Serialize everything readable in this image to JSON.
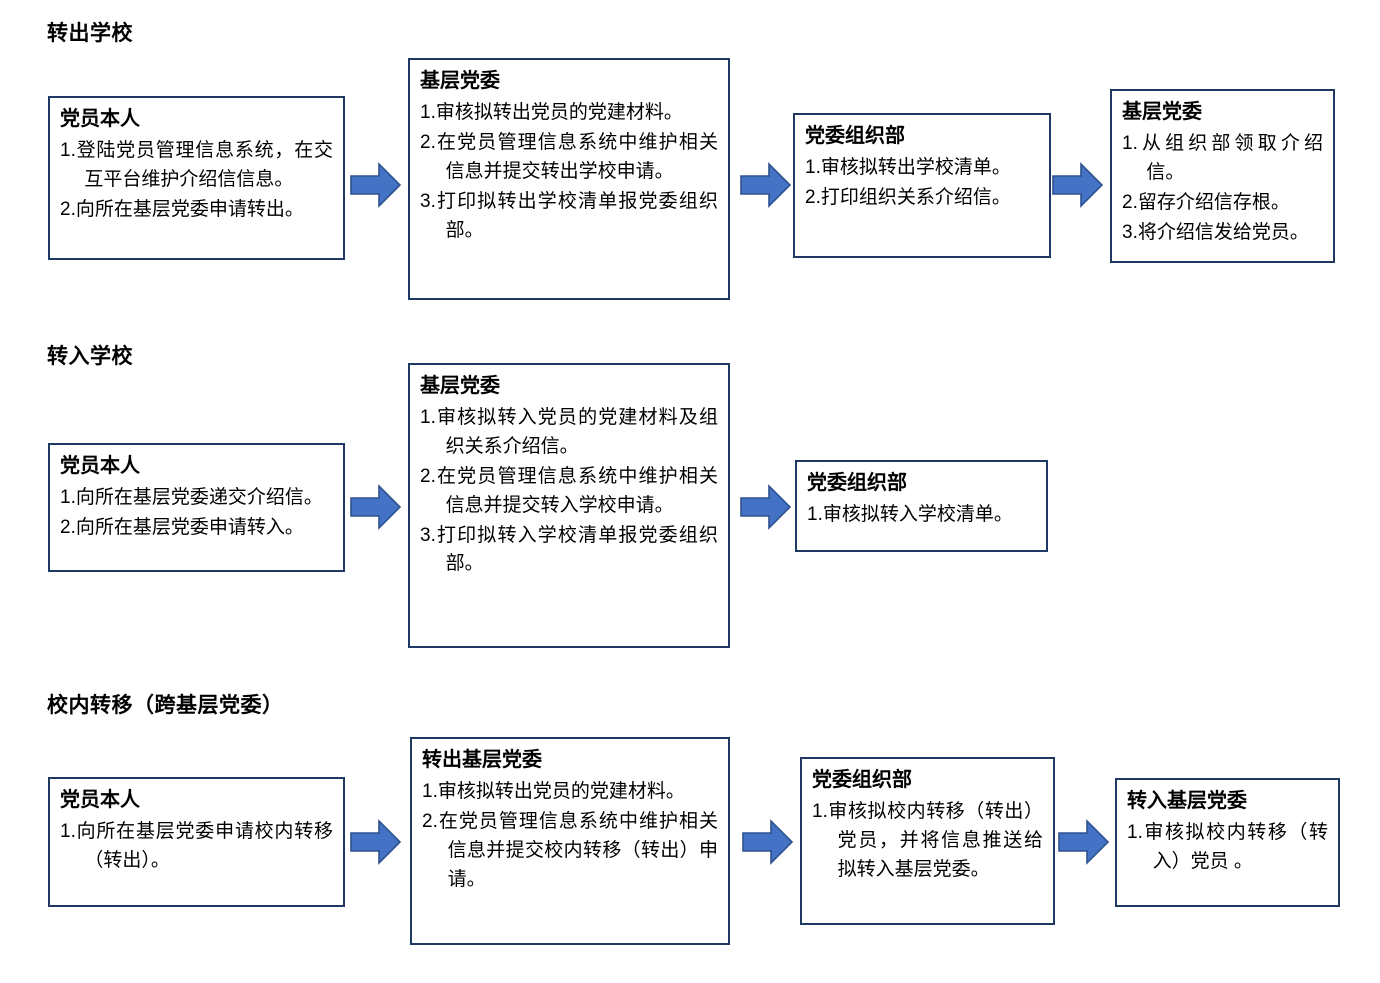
{
  "meta": {
    "accent_blue": "#4472C4",
    "arrow_stroke": "#2E528F",
    "box_border": "#1F3864",
    "text_color": "#000000",
    "background": "#FFFFFF"
  },
  "sections": [
    {
      "id": "transfer-out",
      "title": "转出学校",
      "boxes": [
        {
          "id": "out-member",
          "title": "党员本人",
          "items": [
            "1.登陆党员管理信息系统，在交互平台维护介绍信信息。",
            "2.向所在基层党委申请转出。"
          ]
        },
        {
          "id": "out-grassroots-party-committee",
          "title": "基层党委",
          "items": [
            "1.审核拟转出党员的党建材料。",
            "2.在党员管理信息系统中维护相关信息并提交转出学校申请。",
            "3.打印拟转出学校清单报党委组织部。"
          ]
        },
        {
          "id": "out-organization-department",
          "title": "党委组织部",
          "items": [
            "1.审核拟转出学校清单。",
            "2.打印组织关系介绍信。"
          ]
        },
        {
          "id": "out-grassroots-party-committee-2",
          "title": "基层党委",
          "items": [
            "1.从组织部领取介绍信。",
            "2.留存介绍信存根。",
            "3.将介绍信发给党员。"
          ]
        }
      ]
    },
    {
      "id": "transfer-in",
      "title": "转入学校",
      "boxes": [
        {
          "id": "in-member",
          "title": "党员本人",
          "items": [
            "1.向所在基层党委递交介绍信。",
            "2.向所在基层党委申请转入。"
          ]
        },
        {
          "id": "in-grassroots-party-committee",
          "title": "基层党委",
          "items": [
            "1.审核拟转入党员的党建材料及组织关系介绍信。",
            "2.在党员管理信息系统中维护相关信息并提交转入学校申请。",
            "3.打印拟转入学校清单报党委组织部。"
          ]
        },
        {
          "id": "in-organization-department",
          "title": "党委组织部",
          "items": [
            "1.审核拟转入学校清单。"
          ]
        }
      ]
    },
    {
      "id": "internal-transfer",
      "title": "校内转移（跨基层党委）",
      "boxes": [
        {
          "id": "internal-member",
          "title": "党员本人",
          "items": [
            "1.向所在基层党委申请校内转移（转出）。"
          ]
        },
        {
          "id": "internal-out-committee",
          "title": "转出基层党委",
          "items": [
            "1.审核拟转出党员的党建材料。",
            "2.在党员管理信息系统中维护相关信息并提交校内转移（转出）申请。"
          ]
        },
        {
          "id": "internal-organization-department",
          "title": "党委组织部",
          "items": [
            "1.审核拟校内转移（转出）党员，并将信息推送给拟转入基层党委。"
          ]
        },
        {
          "id": "internal-in-committee",
          "title": "转入基层党委",
          "items": [
            "1.审核拟校内转移（转入）党员 。"
          ]
        }
      ]
    }
  ],
  "arrows": [
    {
      "id": "arrow-r1-1",
      "label": "flow-arrow-right"
    },
    {
      "id": "arrow-r1-2",
      "label": "flow-arrow-right"
    },
    {
      "id": "arrow-r1-3",
      "label": "flow-arrow-right"
    },
    {
      "id": "arrow-r2-1",
      "label": "flow-arrow-right"
    },
    {
      "id": "arrow-r2-2",
      "label": "flow-arrow-right"
    },
    {
      "id": "arrow-r3-1",
      "label": "flow-arrow-right"
    },
    {
      "id": "arrow-r3-2",
      "label": "flow-arrow-right"
    },
    {
      "id": "arrow-r3-3",
      "label": "flow-arrow-right"
    }
  ]
}
